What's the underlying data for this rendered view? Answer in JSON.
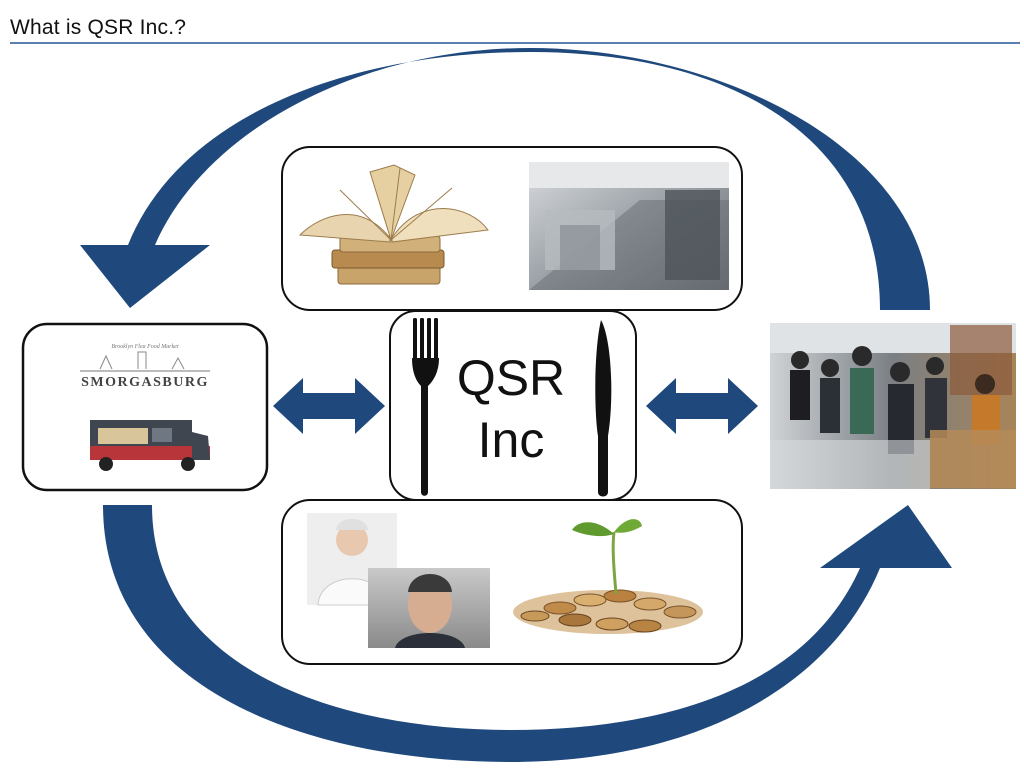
{
  "header": {
    "title": "What is QSR Inc.?"
  },
  "center": {
    "line1": "QSR",
    "line2": "Inc",
    "icons": [
      "fork-icon",
      "knife-icon"
    ]
  },
  "left_panel": {
    "logo_text": "SMORGASBURG",
    "logo_tagline": "Brooklyn Flea Food Market",
    "images": [
      "smorgasburg-logo",
      "food-truck"
    ]
  },
  "top_panel": {
    "images": [
      "open-books",
      "commercial-kitchen"
    ]
  },
  "bottom_panel": {
    "images": [
      "chef-portrait",
      "restaurateur-portrait",
      "coins-with-sprout"
    ]
  },
  "right_panel": {
    "images": [
      "customer-queue-photo"
    ]
  },
  "colors": {
    "arrow": "#1f497d",
    "title_rule": "#5b7fb0",
    "box_border": "#111111"
  }
}
